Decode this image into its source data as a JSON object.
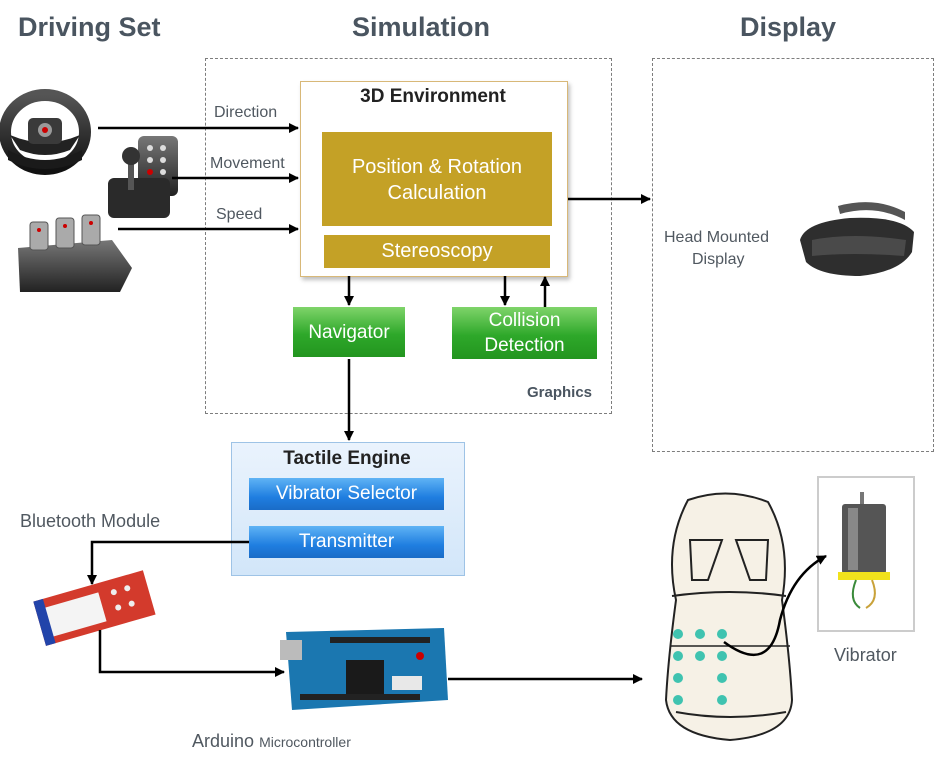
{
  "sections": {
    "driving_set": "Driving Set",
    "simulation": "Simulation",
    "display": "Display"
  },
  "inputs": {
    "direction": "Direction",
    "movement": "Movement",
    "speed": "Speed"
  },
  "environment": {
    "title": "3D Environment",
    "calc_line1": "Position & Rotation",
    "calc_line2": "Calculation",
    "stereoscopy": "Stereoscopy"
  },
  "navigator": "Navigator",
  "collision": {
    "line1": "Collision",
    "line2": "Detection"
  },
  "graphics": "Graphics",
  "hmd": {
    "line1": "Head Mounted",
    "line2": "Display"
  },
  "tactile": {
    "title": "Tactile Engine",
    "selector": "Vibrator Selector",
    "transmitter": "Transmitter"
  },
  "bluetooth": "Bluetooth Module",
  "arduino": {
    "main": "Arduino",
    "sub": "Microcontroller"
  },
  "vibrator": "Vibrator",
  "colors": {
    "gold": "#c4a126",
    "green": "#2ea82a",
    "blue": "#1f7ee0",
    "seat_dot": "#3fc3b0"
  }
}
